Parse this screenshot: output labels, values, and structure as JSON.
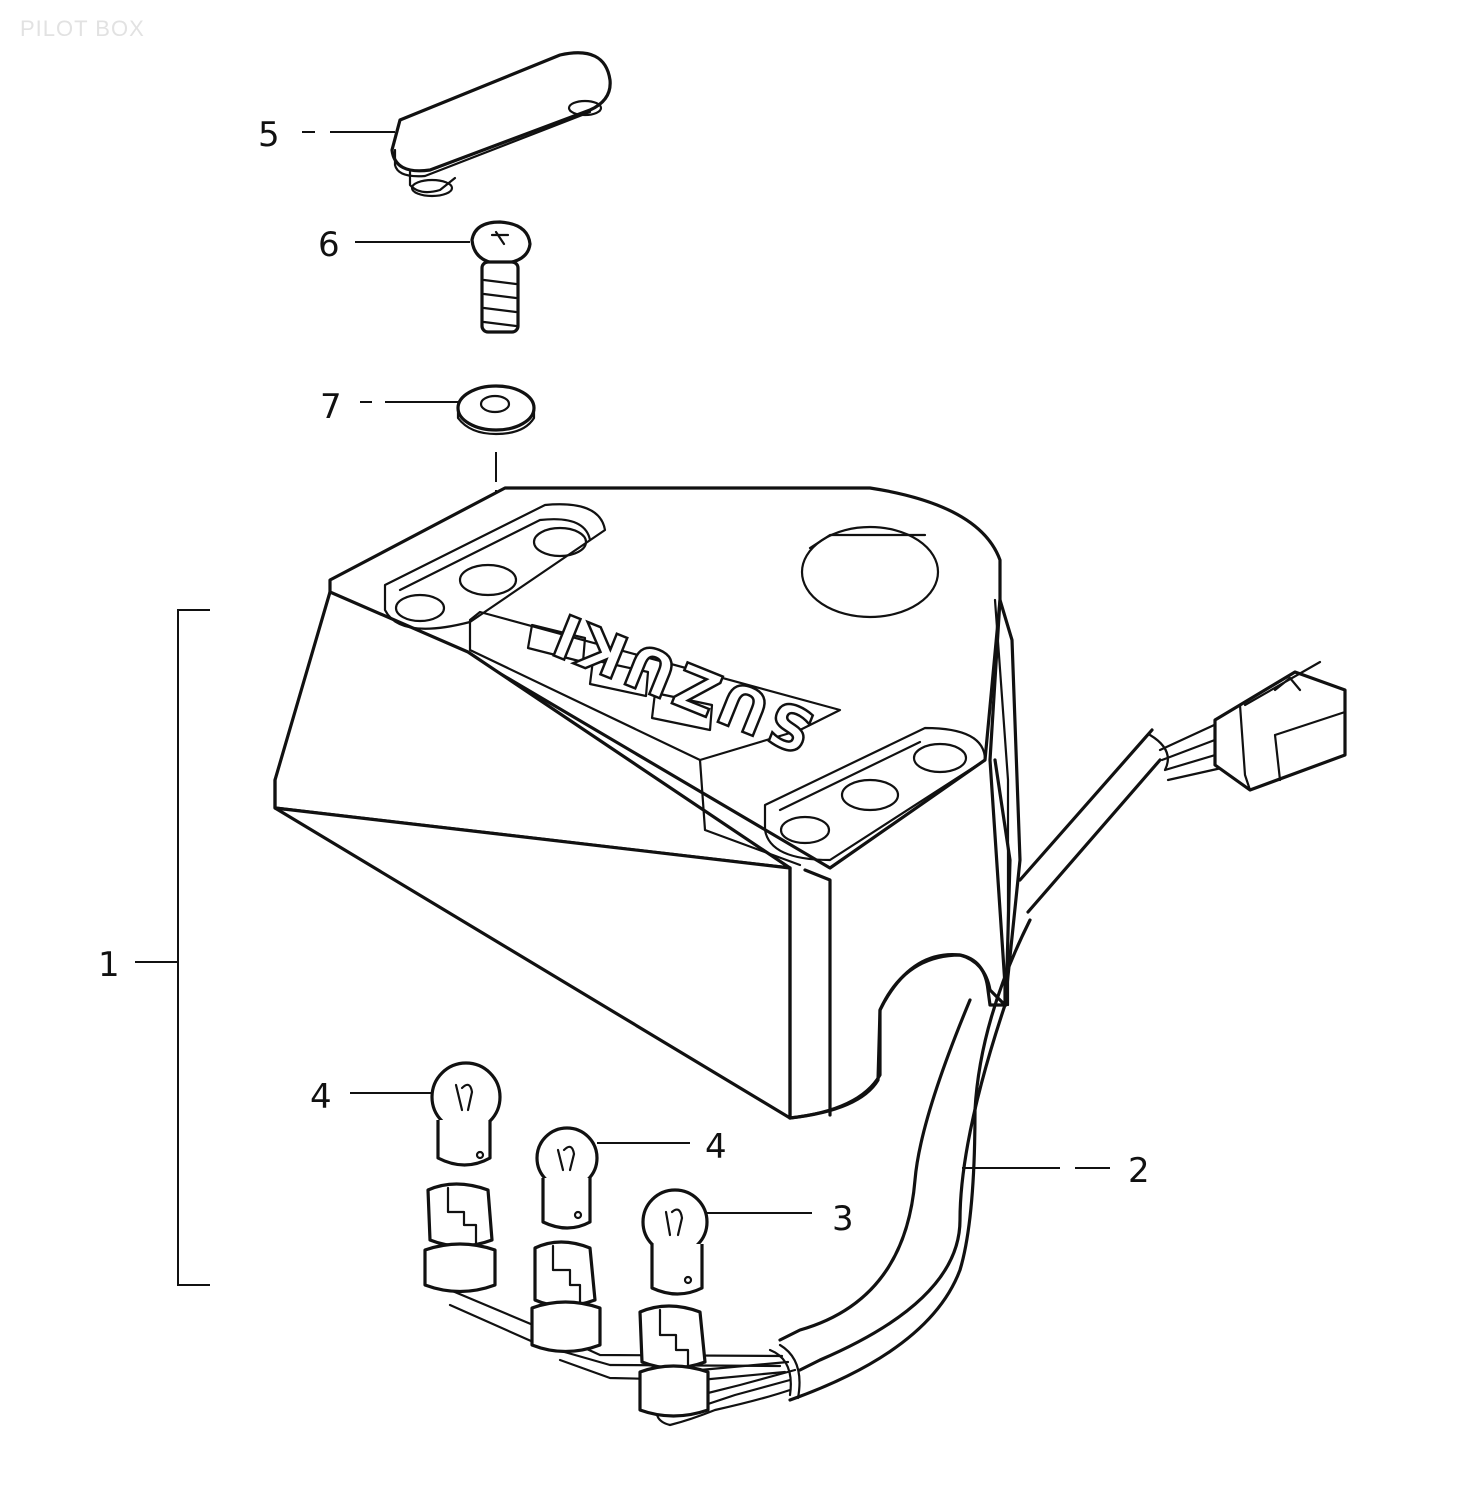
{
  "title": "PILOT BOX",
  "logo_text": "SUZUKI",
  "callouts": [
    {
      "id": "callout-1",
      "label": "1"
    },
    {
      "id": "callout-2",
      "label": "2"
    },
    {
      "id": "callout-3",
      "label": "3"
    },
    {
      "id": "callout-4a",
      "label": "4"
    },
    {
      "id": "callout-4b",
      "label": "4"
    },
    {
      "id": "callout-5",
      "label": "5"
    },
    {
      "id": "callout-6",
      "label": "6"
    },
    {
      "id": "callout-7",
      "label": "7"
    }
  ],
  "colors": {
    "ink": "#111111",
    "paper": "#ffffff",
    "watermark": "#e2e2e2"
  }
}
